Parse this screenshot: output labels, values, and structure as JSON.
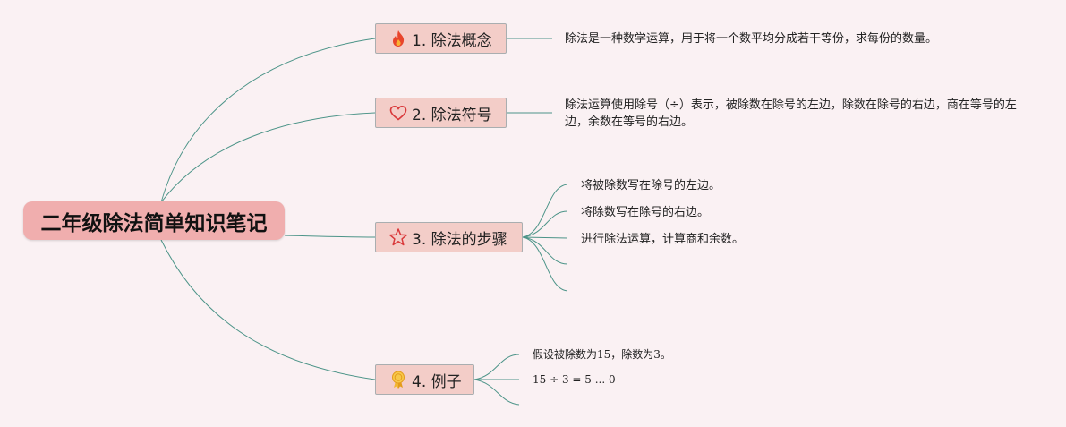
{
  "root": {
    "title": "二年级除法简单知识笔记"
  },
  "branches": [
    {
      "label": "1. 除法概念",
      "icon": "fire-icon",
      "leaves": [
        "除法是一种数学运算，用于将一个数平均分成若干等份，求每份的数量。"
      ]
    },
    {
      "label": "2. 除法符号",
      "icon": "heart-icon",
      "leaves": [
        "除法运算使用除号（÷）表示，被除数在除号的左边，除数在除号的右边，商在等号的左边，余数在等号的右边。"
      ]
    },
    {
      "label": "3. 除法的步骤",
      "icon": "star-icon",
      "leaves": [
        "将被除数写在除号的左边。",
        "将除数写在除号的右边。",
        "进行除法运算，计算商和余数。",
        "",
        ""
      ]
    },
    {
      "label": "4. 例子",
      "icon": "award-icon",
      "leaves": [
        "假设被除数为15，除数为3。",
        "15 ÷ 3 = 5 ... 0",
        ""
      ]
    }
  ],
  "colors": {
    "background": "#faf1f3",
    "root_fill": "#f0aeae",
    "branch_fill": "#f3cdc8",
    "branch_border": "#a9aeb0",
    "connector": "#4c9488"
  }
}
